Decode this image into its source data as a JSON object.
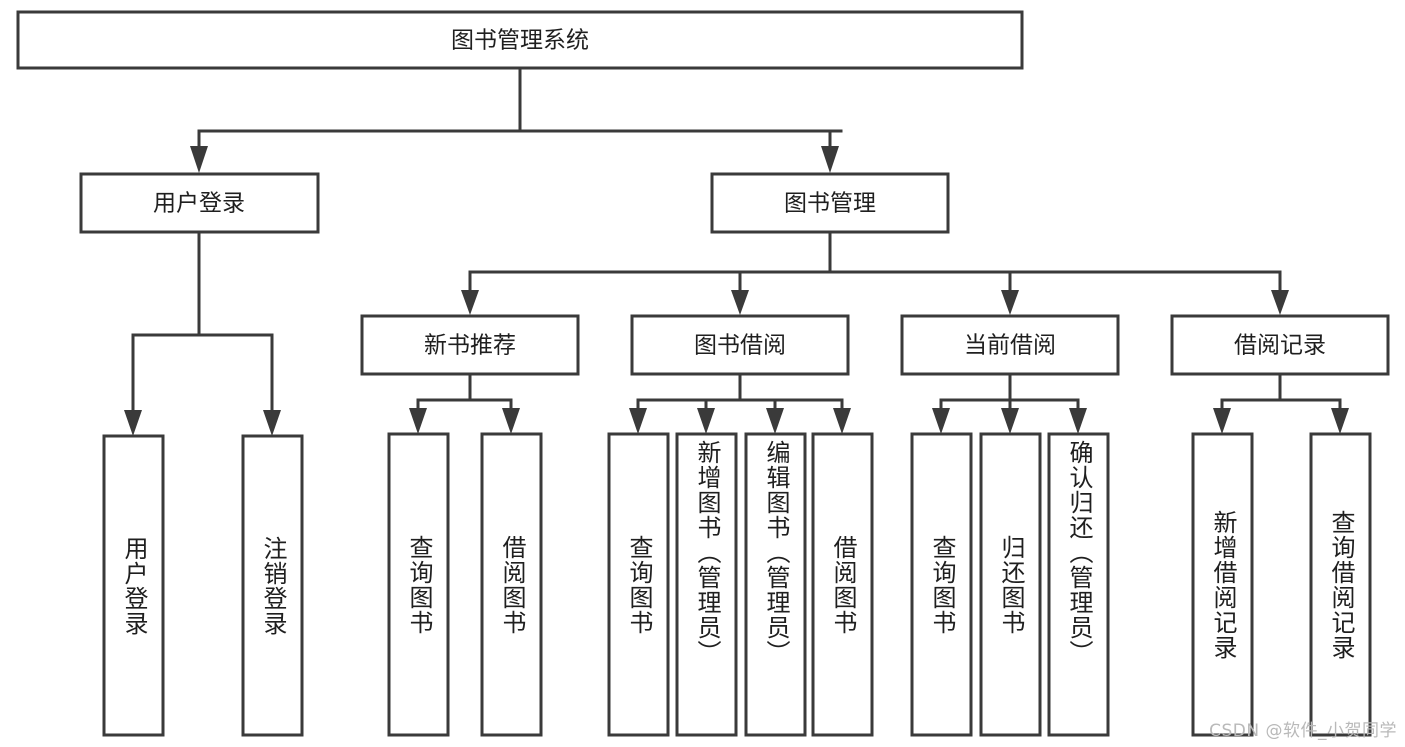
{
  "diagram": {
    "type": "tree-hierarchy-chart",
    "title": "图书管理系统",
    "orientation": "top-down",
    "watermark": "CSDN @软件_小贺同学",
    "style": {
      "box_fill": "#ffffff",
      "box_stroke": "#3a3a3a",
      "connector_color": "#3a3a3a",
      "text_color": "#1f1f1f",
      "watermark_color": "#b9b9b9",
      "background": "#ffffff"
    },
    "levels": [
      {
        "level": 1,
        "nodes": [
          {
            "id": "root",
            "label": "图书管理系统",
            "orientation": "horizontal"
          }
        ]
      },
      {
        "level": 2,
        "nodes": [
          {
            "id": "login",
            "label": "用户登录",
            "orientation": "horizontal",
            "parent": "root"
          },
          {
            "id": "bookmgmt",
            "label": "图书管理",
            "orientation": "horizontal",
            "parent": "root"
          }
        ]
      },
      {
        "level": 3,
        "nodes": [
          {
            "id": "newbook",
            "label": "新书推荐",
            "orientation": "horizontal",
            "parent": "bookmgmt"
          },
          {
            "id": "borrow",
            "label": "图书借阅",
            "orientation": "horizontal",
            "parent": "bookmgmt"
          },
          {
            "id": "current",
            "label": "当前借阅",
            "orientation": "horizontal",
            "parent": "bookmgmt"
          },
          {
            "id": "records",
            "label": "借阅记录",
            "orientation": "horizontal",
            "parent": "bookmgmt"
          }
        ]
      },
      {
        "level": 4,
        "nodes": [
          {
            "id": "leaf-1",
            "label": "用户登录",
            "orientation": "vertical",
            "parent": "login"
          },
          {
            "id": "leaf-2",
            "label": "注销登录",
            "orientation": "vertical",
            "parent": "login"
          },
          {
            "id": "leaf-3",
            "label": "查询图书",
            "orientation": "vertical",
            "parent": "newbook"
          },
          {
            "id": "leaf-4",
            "label": "借阅图书",
            "orientation": "vertical",
            "parent": "newbook"
          },
          {
            "id": "leaf-5",
            "label": "查询图书",
            "orientation": "vertical",
            "parent": "borrow"
          },
          {
            "id": "leaf-6",
            "label": "新增图书（管理员）",
            "orientation": "vertical",
            "parent": "borrow"
          },
          {
            "id": "leaf-7",
            "label": "编辑图书（管理员）",
            "orientation": "vertical",
            "parent": "borrow"
          },
          {
            "id": "leaf-8",
            "label": "借阅图书",
            "orientation": "vertical",
            "parent": "borrow"
          },
          {
            "id": "leaf-9",
            "label": "查询图书",
            "orientation": "vertical",
            "parent": "current"
          },
          {
            "id": "leaf-10",
            "label": "归还图书",
            "orientation": "vertical",
            "parent": "current"
          },
          {
            "id": "leaf-11",
            "label": "确认归还（管理员）",
            "orientation": "vertical",
            "parent": "current"
          },
          {
            "id": "leaf-12",
            "label": "新增借阅记录",
            "orientation": "vertical",
            "parent": "records"
          },
          {
            "id": "leaf-13",
            "label": "查询借阅记录",
            "orientation": "vertical",
            "parent": "records"
          }
        ]
      }
    ]
  }
}
